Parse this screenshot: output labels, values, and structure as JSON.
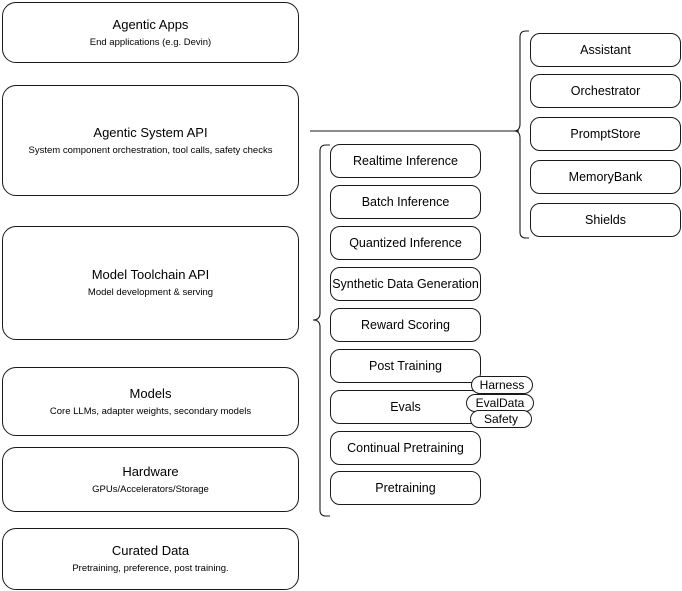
{
  "diagram": {
    "type": "layered-architecture",
    "background_color": "#ffffff",
    "stroke_color": "#1a1a1a",
    "layers": [
      {
        "title": "Agentic Apps",
        "subtitle": "End applications (e.g. Devin)"
      },
      {
        "title": "Agentic System API",
        "subtitle": "System component orchestration, tool calls, safety checks"
      },
      {
        "title": "Model Toolchain API",
        "subtitle": "Model development & serving"
      },
      {
        "title": "Models",
        "subtitle": "Core LLMs, adapter weights, secondary models"
      },
      {
        "title": "Hardware",
        "subtitle": "GPUs/Accelerators/Storage"
      },
      {
        "title": "Curated Data",
        "subtitle": "Pretraining, preference, post training."
      }
    ],
    "toolchain_capabilities": [
      {
        "label": "Realtime Inference"
      },
      {
        "label": "Batch Inference"
      },
      {
        "label": "Quantized Inference"
      },
      {
        "label": "Synthetic Data Generation"
      },
      {
        "label": "Reward Scoring"
      },
      {
        "label": "Post Training"
      },
      {
        "label": "Evals"
      },
      {
        "label": "Continual Pretraining"
      },
      {
        "label": "Pretraining"
      }
    ],
    "system_components": [
      {
        "label": "Assistant"
      },
      {
        "label": "Orchestrator"
      },
      {
        "label": "PromptStore"
      },
      {
        "label": "MemoryBank"
      },
      {
        "label": "Shields"
      }
    ],
    "eval_badges": [
      {
        "label": "Harness"
      },
      {
        "label": "EvalData"
      },
      {
        "label": "Safety"
      }
    ]
  }
}
